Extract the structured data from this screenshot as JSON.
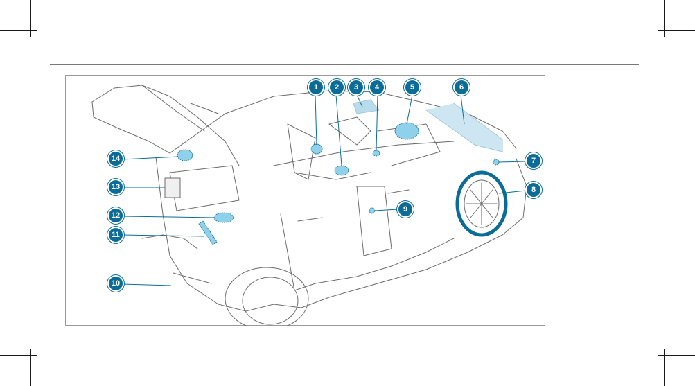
{
  "diagram": {
    "callouts": [
      {
        "id": "callout-1",
        "label": "1"
      },
      {
        "id": "callout-2",
        "label": "2"
      },
      {
        "id": "callout-3",
        "label": "3"
      },
      {
        "id": "callout-4",
        "label": "4"
      },
      {
        "id": "callout-5",
        "label": "5"
      },
      {
        "id": "callout-6",
        "label": "6"
      },
      {
        "id": "callout-7",
        "label": "7"
      },
      {
        "id": "callout-8",
        "label": "8"
      },
      {
        "id": "callout-9",
        "label": "9"
      },
      {
        "id": "callout-10",
        "label": "10"
      },
      {
        "id": "callout-11",
        "label": "11"
      },
      {
        "id": "callout-12",
        "label": "12"
      },
      {
        "id": "callout-13",
        "label": "13"
      },
      {
        "id": "callout-14",
        "label": "14"
      }
    ],
    "colors": {
      "accent": "#0a6c97",
      "highlight_fill": "#8fd0ea",
      "line": "#6b6b6b",
      "frame": "#9a9a9a"
    }
  }
}
